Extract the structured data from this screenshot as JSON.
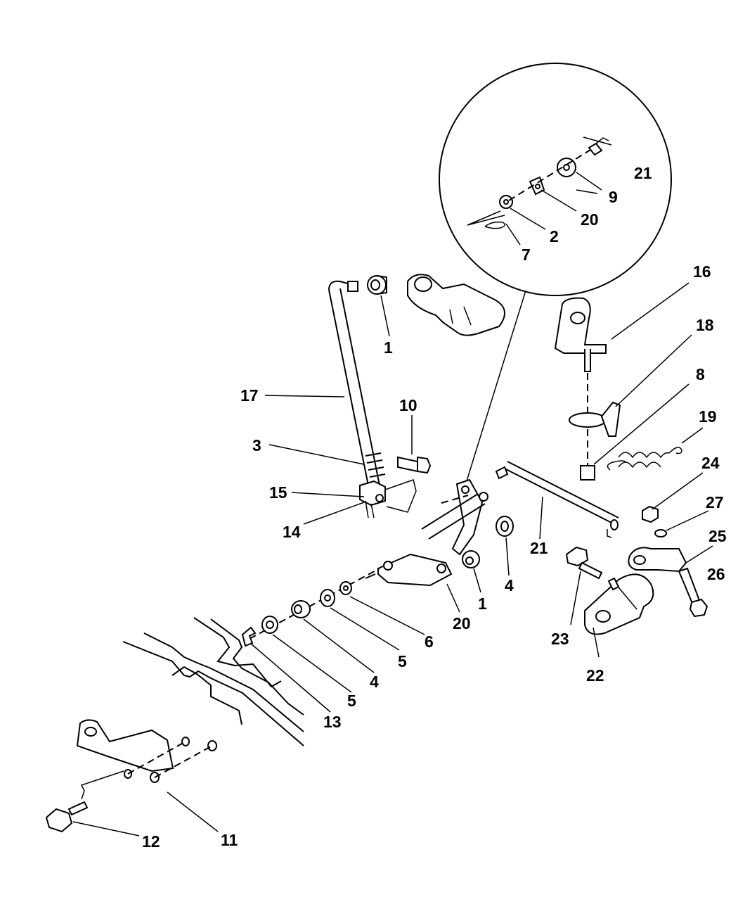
{
  "diagram": {
    "callouts": [
      {
        "id": "c1a",
        "text": "1"
      },
      {
        "id": "c1b",
        "text": "1"
      },
      {
        "id": "c2",
        "text": "2"
      },
      {
        "id": "c3",
        "text": "3"
      },
      {
        "id": "c4a",
        "text": "4"
      },
      {
        "id": "c4b",
        "text": "4"
      },
      {
        "id": "c5a",
        "text": "5"
      },
      {
        "id": "c5b",
        "text": "5"
      },
      {
        "id": "c6",
        "text": "6"
      },
      {
        "id": "c7",
        "text": "7"
      },
      {
        "id": "c8",
        "text": "8"
      },
      {
        "id": "c9",
        "text": "9"
      },
      {
        "id": "c10",
        "text": "10"
      },
      {
        "id": "c11",
        "text": "11"
      },
      {
        "id": "c12",
        "text": "12"
      },
      {
        "id": "c13",
        "text": "13"
      },
      {
        "id": "c14",
        "text": "14"
      },
      {
        "id": "c15",
        "text": "15"
      },
      {
        "id": "c16",
        "text": "16"
      },
      {
        "id": "c17",
        "text": "17"
      },
      {
        "id": "c18",
        "text": "18"
      },
      {
        "id": "c19",
        "text": "19"
      },
      {
        "id": "c20a",
        "text": "20"
      },
      {
        "id": "c20b",
        "text": "20"
      },
      {
        "id": "c21a",
        "text": "21"
      },
      {
        "id": "c21b",
        "text": "21"
      },
      {
        "id": "c22",
        "text": "22"
      },
      {
        "id": "c23",
        "text": "23"
      },
      {
        "id": "c24",
        "text": "24"
      },
      {
        "id": "c25",
        "text": "25"
      },
      {
        "id": "c26",
        "text": "26"
      },
      {
        "id": "c27",
        "text": "27"
      }
    ]
  }
}
